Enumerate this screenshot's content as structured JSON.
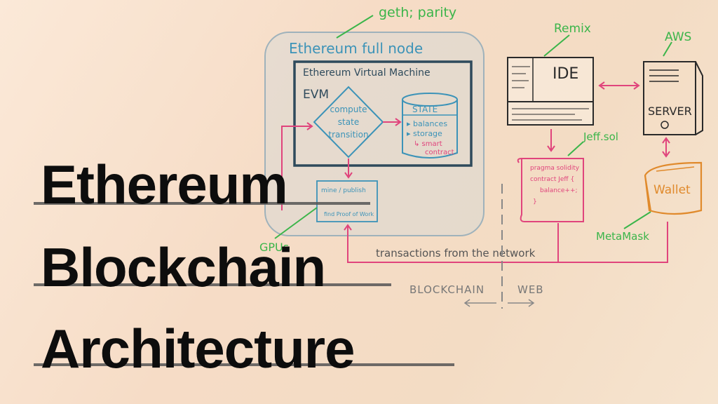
{
  "title": {
    "line1": "Ethereum",
    "line2": "Blockchain",
    "line3": "Architecture"
  },
  "diagram": {
    "geth_label": "geth; parity",
    "full_node": "Ethereum full node",
    "evm_title": "Ethereum Virtual Machine",
    "evm_short": "EVM",
    "compute1": "compute",
    "compute2": "state",
    "compute3": "transition",
    "state_title": "STATE",
    "state_items": [
      "▸ balances",
      "▸ storage",
      "↳ smart",
      "contract"
    ],
    "mine1": "mine / publish",
    "mine2": "find Proof of Work",
    "gpus": "GPUs",
    "remix": "Remix",
    "ide": "IDE",
    "aws": "AWS",
    "server": "SERVER",
    "jeffsol": "Jeff.sol",
    "code1": "pragma solidity",
    "code2": "contract Jeff {",
    "code3": "balance++;",
    "code4": "}",
    "wallet": "Wallet",
    "metamask": "MetaMask",
    "transactions": "transactions from the network",
    "blockchain": "BLOCKCHAIN",
    "web": "WEB"
  },
  "colors": {
    "green": "#3bb54a",
    "blue": "#3c93b8",
    "pink": "#e0447c",
    "orange": "#e08a2c",
    "dark": "#2a2a2a"
  }
}
